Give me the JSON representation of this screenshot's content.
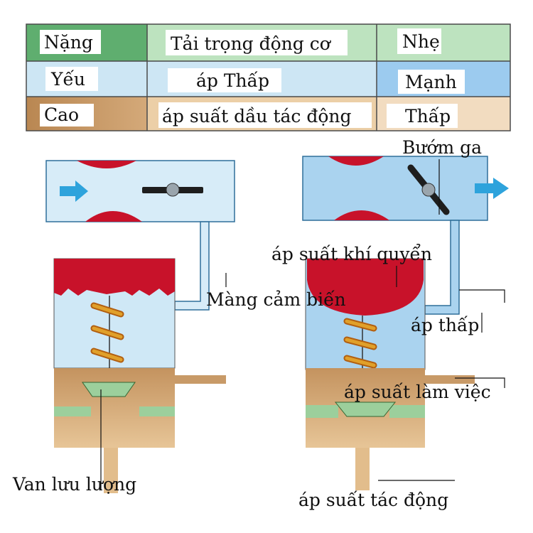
{
  "table": {
    "rows": [
      {
        "left": "Nặng",
        "middle": "Tải trọng động cơ",
        "right": "Nhẹ"
      },
      {
        "left": "Yếu",
        "middle": "áp Thấp",
        "right": "Mạnh"
      },
      {
        "left": "Cao",
        "middle": "áp suất dầu tác động",
        "right": "Thấp"
      }
    ]
  },
  "labels": {
    "throttle": "Bướm ga",
    "atmospheric_pressure": "áp suất khí quyển",
    "sensor_diaphragm": "Màng cảm biến",
    "low_pressure": "áp thấp",
    "working_pressure": "áp suất làm việc",
    "flow_valve": "Van lưu lượng",
    "actuating_pressure": "áp suất tác động"
  },
  "colors": {
    "heavy_green": "#5fae6f",
    "light_green": "#bde3bf",
    "light_blue": "#cde6f4",
    "mid_blue": "#aad3ef",
    "tan": "#c89a68",
    "light_tan": "#eccfa7",
    "red": "#c8122a",
    "arrow_blue": "#2ea3dc",
    "valve_green": "#9ccf9c",
    "spring_orange": "#e0a02a"
  }
}
